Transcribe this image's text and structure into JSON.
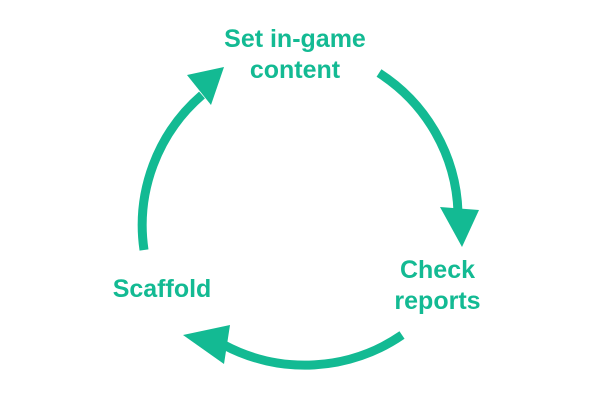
{
  "colors": {
    "accent": "#13BA93",
    "background": "#FFFFFF"
  },
  "diagram": {
    "type": "cycle",
    "nodes": [
      {
        "id": "set-content",
        "lines": [
          "Set in-game",
          "content"
        ]
      },
      {
        "id": "check-reports",
        "lines": [
          "Check",
          "reports"
        ]
      },
      {
        "id": "scaffold",
        "lines": [
          "Scaffold"
        ]
      }
    ],
    "edges": [
      {
        "from": "set-content",
        "to": "check-reports",
        "direction": "clockwise"
      },
      {
        "from": "check-reports",
        "to": "scaffold",
        "direction": "clockwise"
      },
      {
        "from": "scaffold",
        "to": "set-content",
        "direction": "clockwise"
      }
    ]
  }
}
